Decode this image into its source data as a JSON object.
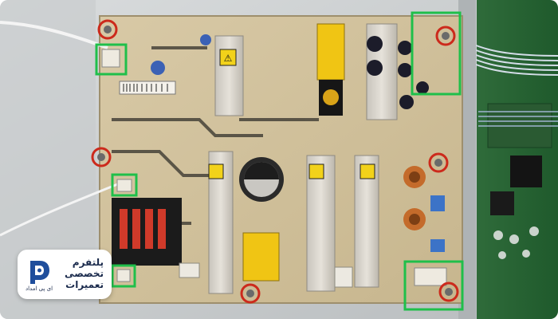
{
  "brand": {
    "line1": "پلتفرم",
    "line2": "تخصصی",
    "line3": "تعمیرات",
    "logo_caption": "ای پی امداد",
    "logo_color": "#1f4e9c"
  },
  "board_silkscreen": {
    "warning_symbol": "⚠"
  },
  "markers": {
    "highlight_color": "#1fbf4a",
    "screw_circle_color": "#cc2a1c"
  }
}
